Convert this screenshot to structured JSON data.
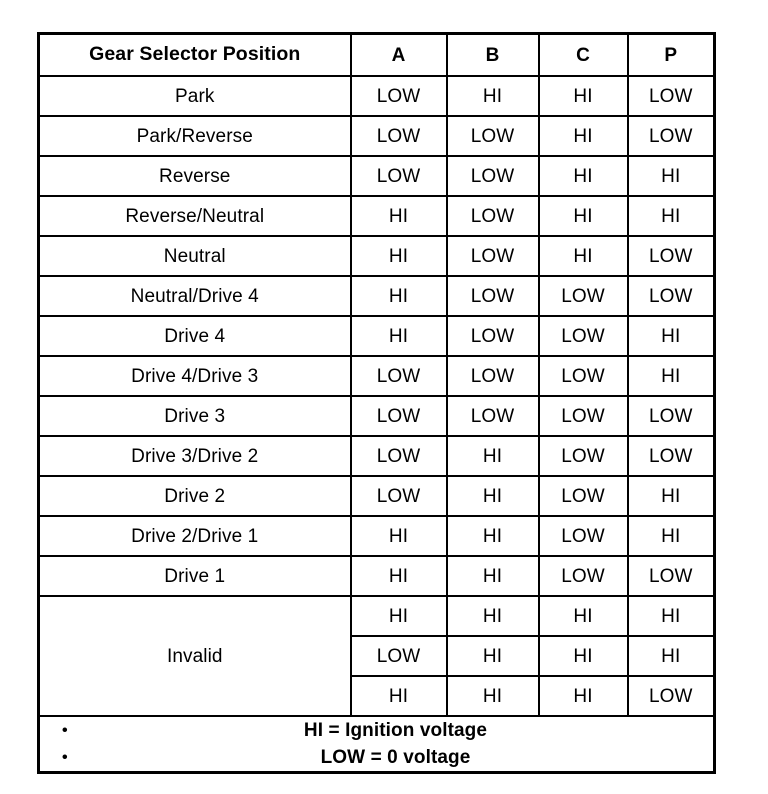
{
  "table": {
    "columns": [
      {
        "key": "position",
        "label": "Gear Selector Position"
      },
      {
        "key": "a",
        "label": "A"
      },
      {
        "key": "b",
        "label": "B"
      },
      {
        "key": "c",
        "label": "C"
      },
      {
        "key": "p",
        "label": "P"
      }
    ],
    "rows": [
      {
        "position": "Park",
        "a": "LOW",
        "b": "HI",
        "c": "HI",
        "p": "LOW"
      },
      {
        "position": "Park/Reverse",
        "a": "LOW",
        "b": "LOW",
        "c": "HI",
        "p": "LOW"
      },
      {
        "position": "Reverse",
        "a": "LOW",
        "b": "LOW",
        "c": "HI",
        "p": "HI"
      },
      {
        "position": "Reverse/Neutral",
        "a": "HI",
        "b": "LOW",
        "c": "HI",
        "p": "HI"
      },
      {
        "position": "Neutral",
        "a": "HI",
        "b": "LOW",
        "c": "HI",
        "p": "LOW"
      },
      {
        "position": "Neutral/Drive 4",
        "a": "HI",
        "b": "LOW",
        "c": "LOW",
        "p": "LOW"
      },
      {
        "position": "Drive 4",
        "a": "HI",
        "b": "LOW",
        "c": "LOW",
        "p": "HI"
      },
      {
        "position": "Drive 4/Drive 3",
        "a": "LOW",
        "b": "LOW",
        "c": "LOW",
        "p": "HI"
      },
      {
        "position": "Drive 3",
        "a": "LOW",
        "b": "LOW",
        "c": "LOW",
        "p": "LOW"
      },
      {
        "position": "Drive 3/Drive 2",
        "a": "LOW",
        "b": "HI",
        "c": "LOW",
        "p": "LOW"
      },
      {
        "position": "Drive 2",
        "a": "LOW",
        "b": "HI",
        "c": "LOW",
        "p": "HI"
      },
      {
        "position": "Drive 2/Drive 1",
        "a": "HI",
        "b": "HI",
        "c": "LOW",
        "p": "HI"
      },
      {
        "position": "Drive 1",
        "a": "HI",
        "b": "HI",
        "c": "LOW",
        "p": "LOW"
      }
    ],
    "invalid_group": {
      "label": "Invalid",
      "rows": [
        {
          "a": "HI",
          "b": "HI",
          "c": "HI",
          "p": "HI"
        },
        {
          "a": "LOW",
          "b": "HI",
          "c": "HI",
          "p": "HI"
        },
        {
          "a": "HI",
          "b": "HI",
          "c": "HI",
          "p": "LOW"
        }
      ]
    },
    "legend": {
      "bullet_glyph": "•",
      "items": [
        "HI = Ignition voltage",
        "LOW = 0 voltage"
      ]
    }
  },
  "colors": {
    "background": "#ffffff",
    "border": "#000000",
    "text": "#000000"
  }
}
